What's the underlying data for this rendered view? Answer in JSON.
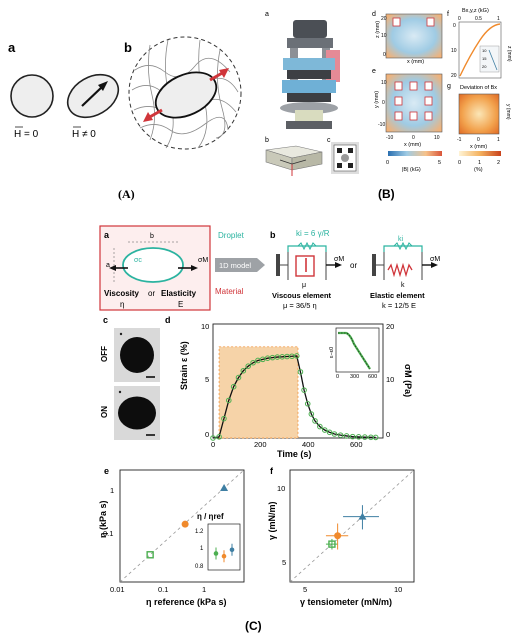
{
  "figure": {
    "captions": {
      "A": "(A)",
      "B": "(B)",
      "C": "(C)"
    }
  },
  "panelA": {
    "label_a": "a",
    "label_b": "b",
    "h_zero": "H = 0",
    "h_nonzero": "H ≠ 0"
  },
  "panelB": {
    "labels": {
      "a": "a",
      "b": "b",
      "c": "c",
      "d": "d",
      "e": "e",
      "f": "f",
      "g": "g"
    },
    "map_d": {
      "ylabel": "z (mm)",
      "xlabel": "x (mm)",
      "yticks": [
        "20",
        "10",
        "0"
      ]
    },
    "map_e": {
      "ylabel": "y (mm)",
      "xlabel": "x (mm)",
      "yticks": [
        "10",
        "0",
        "-10"
      ],
      "xticks": [
        "-10",
        "0",
        "10"
      ]
    },
    "colorbar_b": {
      "ticks": [
        "0",
        "5"
      ],
      "label": "|B| (kG)"
    },
    "plot_f": {
      "title": "Bx,y,z (kG)",
      "xticks": [
        "0",
        "0.5",
        "1"
      ],
      "yticks": [
        "0",
        "10",
        "20"
      ],
      "ylabel": "z (mm)",
      "inset_ticks": [
        "10",
        "15",
        "20"
      ]
    },
    "plot_g": {
      "title": "Deviation of Bx",
      "ylabel": "y (mm)",
      "xlabel": "x (mm)",
      "ticks": [
        "-1",
        "0",
        "1"
      ]
    },
    "colorbar_dev": {
      "ticks": [
        "0",
        "1",
        "2"
      ],
      "label": "(%)"
    }
  },
  "panelC": {
    "a": {
      "label": "a",
      "b_dim": "b",
      "a_dim": "a",
      "sigma_c": "σc",
      "sigma_m": "σM",
      "droplet": "Droplet",
      "model": "1D model",
      "material": "Material",
      "viscosity": "Viscosity",
      "or": "or",
      "elasticity": "Elasticity",
      "eta": "η",
      "E": "E"
    },
    "b": {
      "label": "b",
      "ki_eq": "ki = 6 γ/R",
      "ki": "ki",
      "mu": "μ",
      "k": "k",
      "or": "or",
      "sigma_m": "σM",
      "viscous": "Viscous element",
      "viscous_eq": "μ = 36/5 η",
      "elastic": "Elastic element",
      "elastic_eq": "k = 12/5 E"
    },
    "c": {
      "label": "c",
      "off": "OFF",
      "on": "ON"
    },
    "d": {
      "label": "d",
      "ylabel": "Strain ε (%)",
      "y2label": "σM (Pa)",
      "xlabel": "Time (s)",
      "yticks": [
        "10",
        "5",
        "0"
      ],
      "y2ticks": [
        "20",
        "10",
        "0"
      ],
      "xticks": [
        "0",
        "200",
        "400",
        "600"
      ],
      "inset_ylabel": "ε−ε0",
      "inset_xticks": [
        "0",
        "300",
        "600"
      ]
    },
    "e": {
      "label": "e",
      "ylabel": "η (kPa s)",
      "xlabel": "η reference (kPa s)",
      "yticks": [
        "1",
        "0.1"
      ],
      "xticks": [
        "0.01",
        "0.1",
        "1"
      ],
      "inset_ylabel": "η / ηref",
      "inset_yticks": [
        "1.2",
        "1",
        "0.8"
      ]
    },
    "f": {
      "label": "f",
      "ylabel": "γ (mN/m)",
      "xlabel": "γ tensiometer (mN/m)",
      "yticks": [
        "10",
        "5"
      ],
      "xticks": [
        "5",
        "10"
      ]
    }
  },
  "colors": {
    "green": "#4caf50",
    "orange": "#f08a2c",
    "blue": "#3f7fa3",
    "teal": "#2bb3a0",
    "red": "#d0353a",
    "peach": "#f6d3a8",
    "frame_pink": "#fdeeee"
  },
  "chart_data": [
    {
      "type": "line",
      "panel": "C-d",
      "xlabel": "Time (s)",
      "ylabel": "Strain ε (%)",
      "y2label": "σM (Pa)",
      "xlim": [
        0,
        700
      ],
      "ylim": [
        0,
        10
      ],
      "y2lim": [
        0,
        20
      ],
      "applied_stress": {
        "on": 25,
        "off": 350,
        "level": 16
      },
      "series": [
        {
          "x": [
            0,
            25,
            45,
            65,
            85,
            105,
            125,
            145,
            165,
            185,
            205,
            225,
            245,
            265,
            285,
            305,
            325,
            345,
            360,
            375,
            390,
            405,
            420,
            440,
            460,
            480,
            500,
            525,
            550,
            575,
            600,
            625,
            650,
            670
          ],
          "values": [
            0,
            0.1,
            1.7,
            3.3,
            4.5,
            5.3,
            5.9,
            6.3,
            6.6,
            6.8,
            6.9,
            7.0,
            7.05,
            7.1,
            7.12,
            7.15,
            7.17,
            7.2,
            5.8,
            4.2,
            3.0,
            2.1,
            1.5,
            1.0,
            0.7,
            0.5,
            0.35,
            0.25,
            0.18,
            0.12,
            0.1,
            0.08,
            0.06,
            0.05
          ]
        }
      ]
    },
    {
      "type": "scatter",
      "panel": "C-e",
      "xlabel": "η reference (kPa s)",
      "ylabel": "η (kPa s)",
      "xscale": "log",
      "yscale": "log",
      "xlim": [
        0.01,
        3
      ],
      "ylim": [
        0.01,
        3
      ],
      "points": [
        {
          "x": 0.04,
          "y": 0.04,
          "color": "green"
        },
        {
          "x": 0.2,
          "y": 0.19,
          "color": "orange"
        },
        {
          "x": 1.2,
          "y": 1.2,
          "color": "blue"
        }
      ],
      "inset": {
        "ylim": [
          0.75,
          1.25
        ],
        "values": [
          0.93,
          0.9,
          0.97
        ]
      }
    },
    {
      "type": "scatter",
      "panel": "C-f",
      "xlabel": "γ tensiometer (mN/m)",
      "ylabel": "γ (mN/m)",
      "xscale": "log",
      "yscale": "log",
      "xlim": [
        4,
        12
      ],
      "ylim": [
        4,
        12
      ],
      "points": [
        {
          "x": 5.8,
          "y": 5.8,
          "xerr": 0.3,
          "yerr": 0.3,
          "color": "green"
        },
        {
          "x": 6.1,
          "y": 6.3,
          "xerr": 0.6,
          "yerr": 0.8,
          "color": "orange"
        },
        {
          "x": 7.6,
          "y": 7.6,
          "xerr": 1.2,
          "yerr": 0.9,
          "color": "blue"
        }
      ]
    }
  ]
}
